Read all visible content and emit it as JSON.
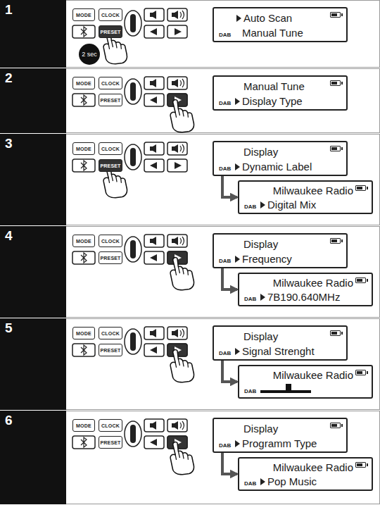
{
  "diagram": {
    "nodes": [
      {
        "text": [
          "1"
        ]
      },
      {
        "text": [
          "MODE"
        ]
      },
      {
        "text": [
          "CLOCK"
        ]
      },
      {
        "text": [
          "PRESET"
        ]
      },
      {
        "text": [
          "2 sec"
        ]
      },
      {
        "text": [
          "Auto Scan",
          "Manual Tune",
          "DAB"
        ]
      },
      {
        "text": [
          "2"
        ]
      },
      {
        "text": [
          "MODE"
        ]
      },
      {
        "text": [
          "CLOCK"
        ]
      },
      {
        "text": [
          "PRESET"
        ]
      },
      {
        "text": [
          "Manual Tune",
          "Display Type",
          "DAB"
        ]
      },
      {
        "text": [
          "3"
        ]
      },
      {
        "text": [
          "MODE"
        ]
      },
      {
        "text": [
          "CLOCK"
        ]
      },
      {
        "text": [
          "PRESET"
        ]
      },
      {
        "text": [
          "Display",
          "Dynamic Label",
          "DAB"
        ]
      },
      {
        "text": [
          "Milwaukee Radio",
          "Digital Mix",
          "DAB"
        ]
      },
      {
        "text": [
          "4"
        ]
      },
      {
        "text": [
          "MODE"
        ]
      },
      {
        "text": [
          "CLOCK"
        ]
      },
      {
        "text": [
          "PRESET"
        ]
      },
      {
        "text": [
          "Display",
          "Frequency",
          "DAB"
        ]
      },
      {
        "text": [
          "Milwaukee Radio",
          "7B190.640MHz",
          "DAB"
        ]
      },
      {
        "text": [
          "5"
        ]
      },
      {
        "text": [
          "MODE"
        ]
      },
      {
        "text": [
          "CLOCK"
        ]
      },
      {
        "text": [
          "PRESET"
        ]
      },
      {
        "text": [
          "Display",
          "Signal Strenght",
          "DAB"
        ]
      },
      {
        "text": [
          "Milwaukee Radio",
          "DAB"
        ]
      },
      {
        "text": [
          "6"
        ]
      },
      {
        "text": [
          "MODE"
        ]
      },
      {
        "text": [
          "CLOCK"
        ]
      },
      {
        "text": [
          "PRESET"
        ]
      },
      {
        "text": [
          "Display",
          "Programm Type",
          "DAB"
        ]
      },
      {
        "text": [
          "Milwaukee Radio",
          "Pop Music",
          "DAB"
        ]
      }
    ],
    "edges": [
      {
        "from": 15,
        "to": 16,
        "arrow": "to"
      },
      {
        "from": 21,
        "to": 22,
        "arrow": "to"
      },
      {
        "from": 27,
        "to": 28,
        "arrow": "to"
      },
      {
        "from": 33,
        "to": 34,
        "arrow": "to"
      }
    ]
  }
}
